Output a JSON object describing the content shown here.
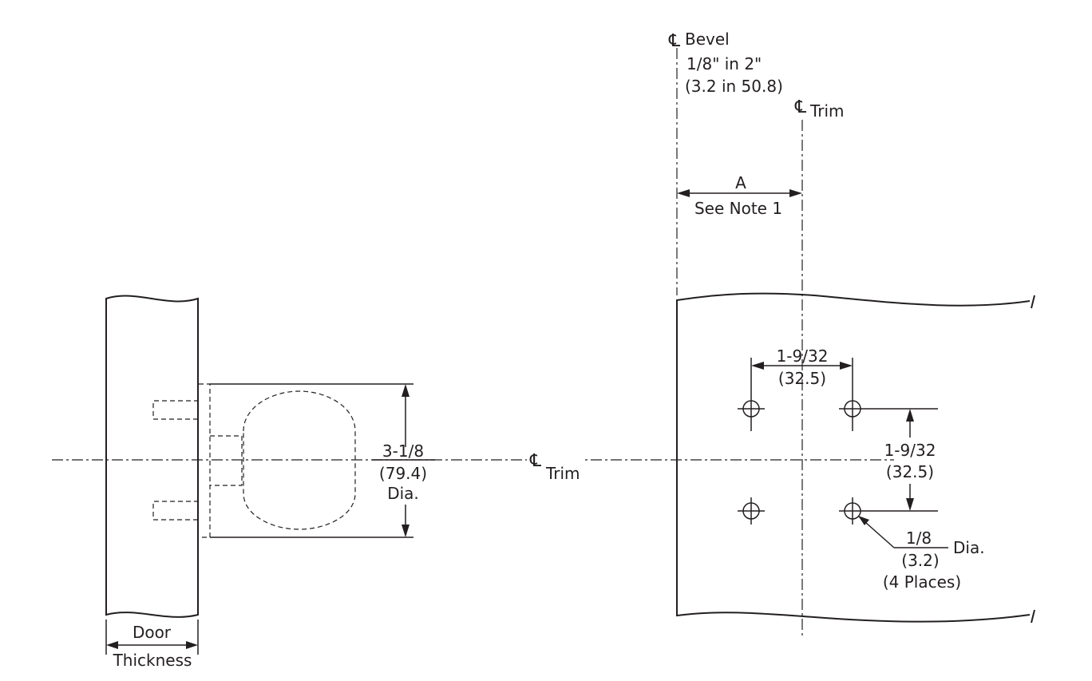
{
  "symbols": {
    "centerline": "℄"
  },
  "bevel": {
    "label": "Bevel",
    "ratio_in": "1/8\" in 2\"",
    "ratio_mm": "(3.2 in 50.8)"
  },
  "trim_vertical": {
    "label": "Trim"
  },
  "dimension_a": {
    "label": "A",
    "note": "See Note 1"
  },
  "hole_spacing_horizontal": {
    "inches": "1-9/32",
    "mm": "(32.5)"
  },
  "hole_spacing_vertical": {
    "inches": "1-9/32",
    "mm": "(32.5)"
  },
  "hole_diameter": {
    "inches": "1/8",
    "mm": "(3.2)",
    "suffix": "Dia.",
    "count": "(4 Places)"
  },
  "rose_diameter": {
    "inches": "3-1/8",
    "mm": "(79.4)",
    "suffix": "Dia."
  },
  "trim_horizontal": {
    "label": "Trim"
  },
  "door_thickness": {
    "line1": "Door",
    "line2": "Thickness"
  }
}
